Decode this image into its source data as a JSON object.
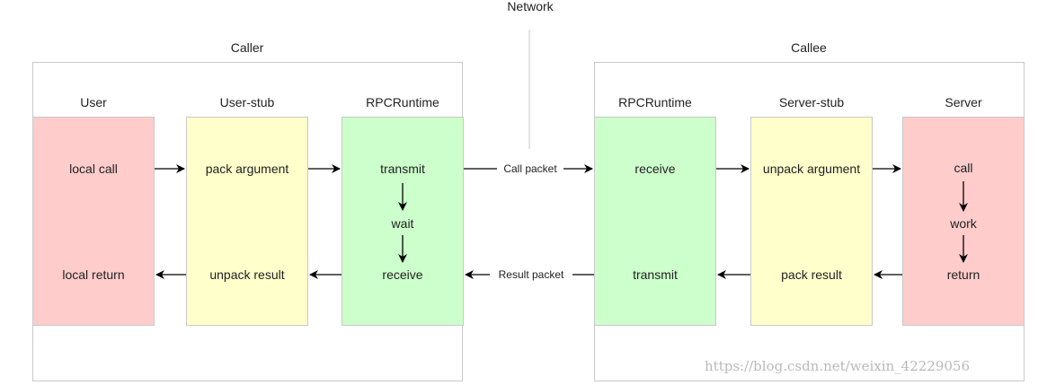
{
  "network": {
    "label": "Network"
  },
  "caller": {
    "title": "Caller",
    "columns": [
      {
        "id": "user",
        "header": "User",
        "top": "local call",
        "bottom": "local return"
      },
      {
        "id": "user-stub",
        "header": "User-stub",
        "top": "pack argument",
        "bottom": "unpack result"
      },
      {
        "id": "rpcruntime",
        "header": "RPCRuntime",
        "top": "transmit",
        "middle": "wait",
        "bottom": "receive"
      }
    ]
  },
  "callee": {
    "title": "Callee",
    "columns": [
      {
        "id": "rpcruntime",
        "header": "RPCRuntime",
        "top": "receive",
        "bottom": "transmit"
      },
      {
        "id": "server-stub",
        "header": "Server-stub",
        "top": "unpack argument",
        "bottom": "pack result"
      },
      {
        "id": "server",
        "header": "Server",
        "top": "call",
        "middle": "work",
        "bottom": "return"
      }
    ]
  },
  "edges": {
    "call_packet": "Call packet",
    "result_packet": "Result packet"
  },
  "colors": {
    "pink": "#ffcccc",
    "yellow": "#ffffcc",
    "green": "#ccffcc",
    "border": "#c9c9c9",
    "arrow": "#000000"
  },
  "watermark": "https://blog.csdn.net/weixin_42229056"
}
